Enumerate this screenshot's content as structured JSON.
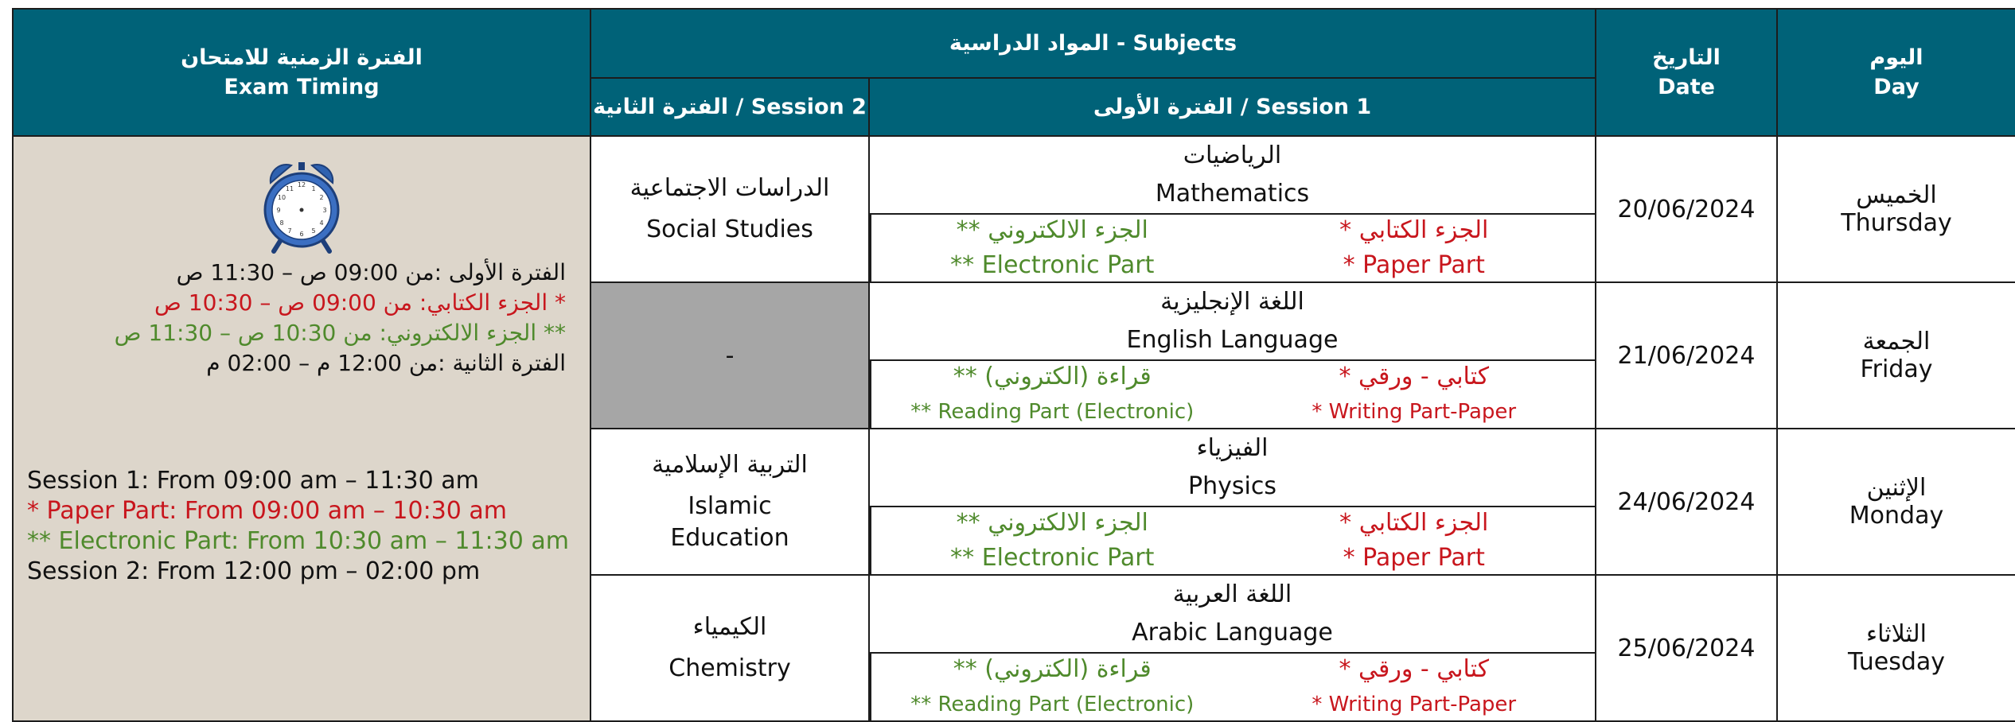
{
  "headers": {
    "timing_ar": "الفترة الزمنية للامتحان",
    "timing_en": "Exam Timing",
    "subjects": "المواد الدراسية - Subjects",
    "session2": "الفترة الثانية / Session 2",
    "session1": "الفترة الأولى / Session 1",
    "date_ar": "التاريخ",
    "date_en": "Date",
    "day_ar": "اليوم",
    "day_en": "Day"
  },
  "timing": {
    "ar": {
      "session1": "الفترة الأولى :من 09:00 ص – 11:30 ص",
      "paper": "* الجزء الكتابي: من 09:00 ص – 10:30 ص",
      "electronic": "** الجزء الالكتروني: من 10:30 ص – 11:30 ص",
      "session2": "الفترة الثانية :من 12:00 م – 02:00 م"
    },
    "en": {
      "session1": "Session 1: From 09:00 am – 11:30 am",
      "paper": "* Paper Part: From 09:00 am – 10:30 am",
      "electronic": "** Electronic Part: From 10:30 am – 11:30 am",
      "session2": "Session 2: From 12:00 pm – 02:00 pm"
    }
  },
  "rows": [
    {
      "session2_ar": "الدراسات الاجتماعية",
      "session2_en": "Social Studies",
      "subject_ar": "الرياضيات",
      "subject_en": "Mathematics",
      "part_left_ar": "** الجزء الالكتروني",
      "part_left_en": "** Electronic Part",
      "part_right_ar": "* الجزء الكتابي",
      "part_right_en": "* Paper Part",
      "date": "20/06/2024",
      "day_ar": "الخميس",
      "day_en": "Thursday"
    },
    {
      "session2_ar": "-",
      "subject_ar": "اللغة الإنجليزية",
      "subject_en": "English Language",
      "part_left_ar": "** قراءة (الكتروني)",
      "part_left_en": "** Reading Part (Electronic)",
      "part_right_ar": "* كتابي - ورقي",
      "part_right_en": "* Writing Part-Paper",
      "date": "21/06/2024",
      "day_ar": "الجمعة",
      "day_en": "Friday"
    },
    {
      "session2_ar": "التربية الإسلامية",
      "session2_en": "Islamic Education",
      "subject_ar": "الفيزياء",
      "subject_en": "Physics",
      "part_left_ar": "** الجزء الالكتروني",
      "part_left_en": "** Electronic Part",
      "part_right_ar": "* الجزء الكتابي",
      "part_right_en": "* Paper Part",
      "date": "24/06/2024",
      "day_ar": "الإثنين",
      "day_en": "Monday"
    },
    {
      "session2_ar": "الكيمياء",
      "session2_en": "Chemistry",
      "subject_ar": "اللغة العربية",
      "subject_en": "Arabic Language",
      "part_left_ar": "** قراءة (الكتروني)",
      "part_left_en": "** Reading Part (Electronic)",
      "part_right_ar": "* كتابي - ورقي",
      "part_right_en": "* Writing Part-Paper",
      "date": "25/06/2024",
      "day_ar": "الثلاثاء",
      "day_en": "Tuesday"
    }
  ],
  "colors": {
    "header_bg": "#006278",
    "timing_bg": "#ddd6cb",
    "paper": "#c8161d",
    "electronic": "#4f8a2c",
    "empty_cell": "#a6a6a6"
  },
  "icons": {
    "clock": "alarm-clock-icon"
  }
}
